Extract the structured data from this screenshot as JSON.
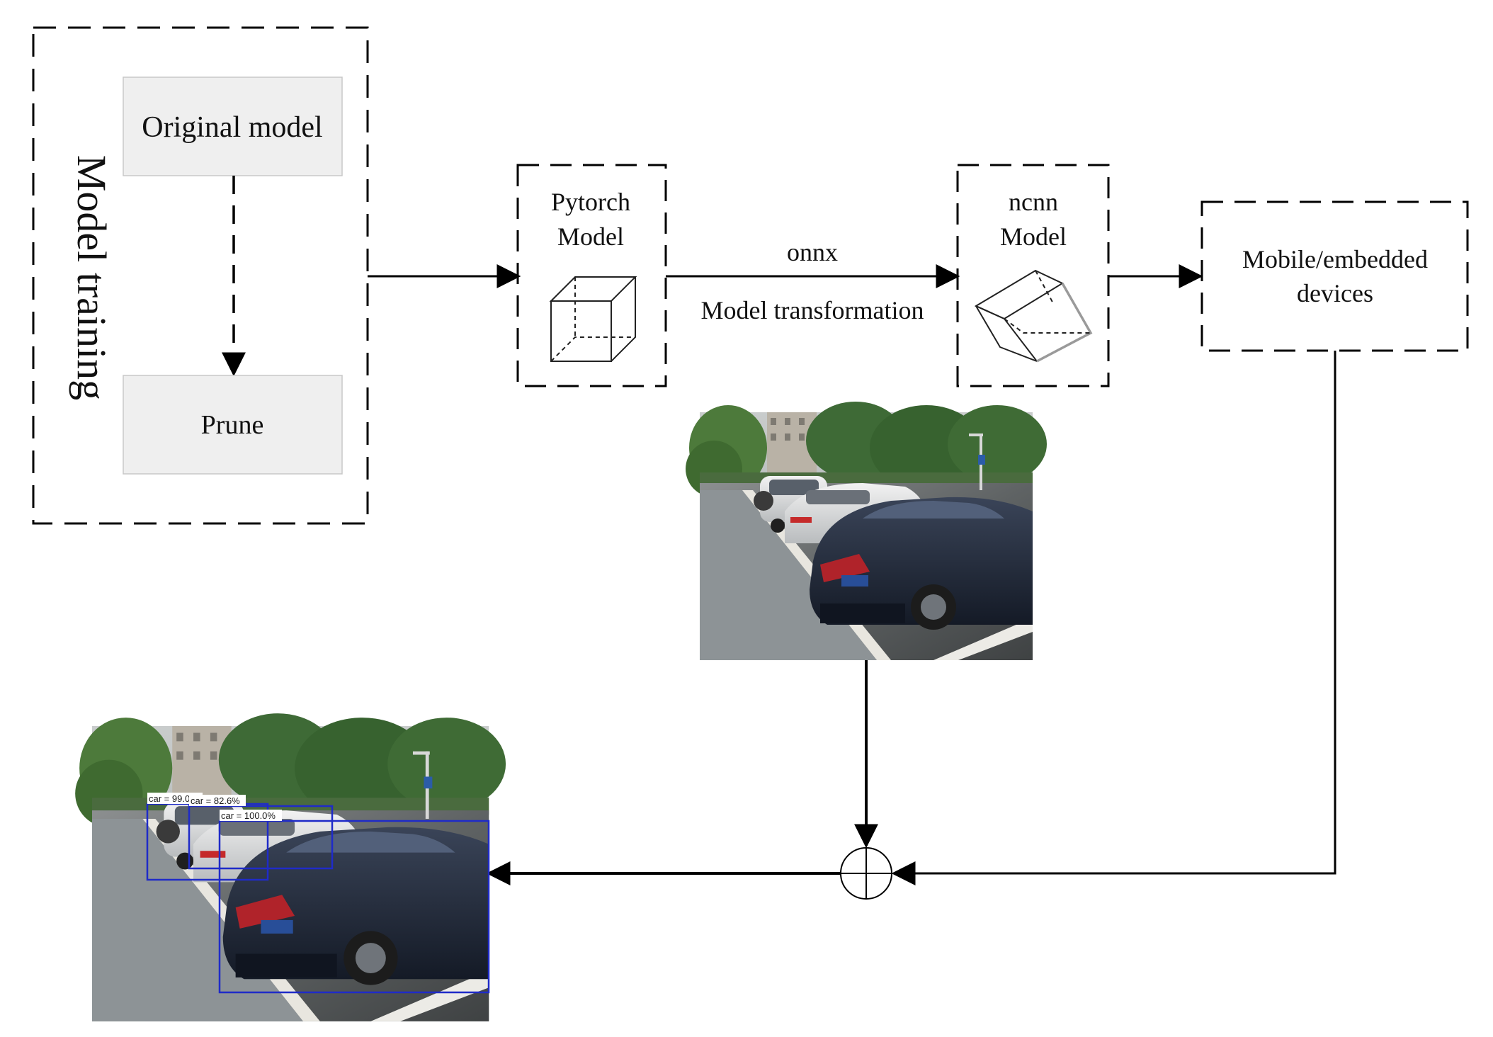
{
  "training": {
    "title": "Model  training",
    "original_model": "Original model",
    "prune": "Prune"
  },
  "pytorch": {
    "line1": "Pytorch",
    "line2": "Model"
  },
  "ncnn": {
    "line1": "ncnn",
    "line2": "Model"
  },
  "transform": {
    "top": "onnx",
    "bottom": "Model transformation"
  },
  "device": {
    "line1": "Mobile/embedded",
    "line2": "devices"
  },
  "detections": [
    {
      "label": "car = 99.0%"
    },
    {
      "label": "car = 82.6%"
    },
    {
      "label": "car = 100.0%"
    }
  ],
  "colors": {
    "box_fill": "#efefef",
    "box_stroke": "#c8c8c8",
    "line": "#000000",
    "detection_box": "#1f2bc8"
  }
}
